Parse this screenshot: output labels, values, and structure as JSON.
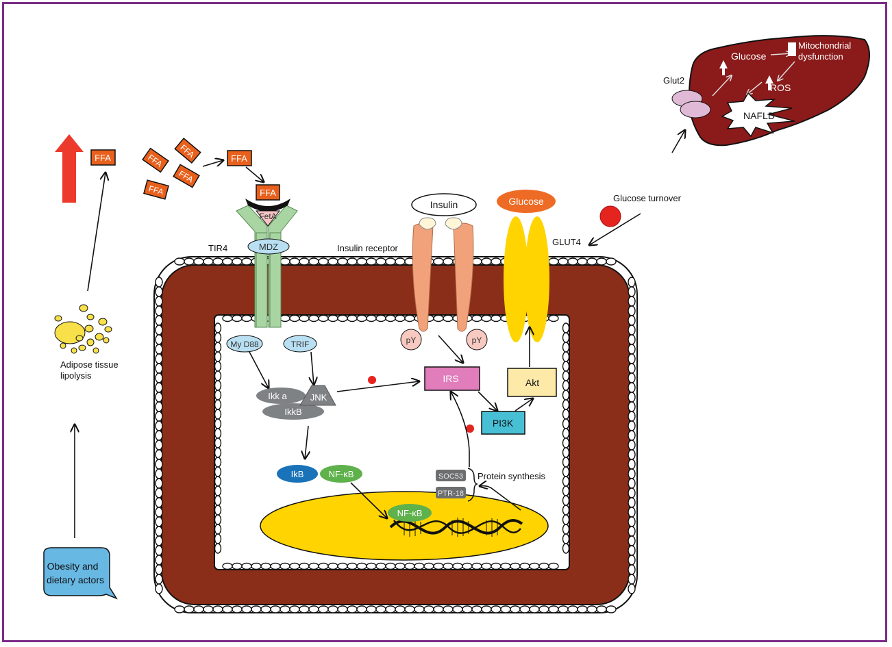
{
  "labels": {
    "ffa": "FFA",
    "fetA": "FetA",
    "mdz": "MDZ",
    "tir4": "TIR4",
    "insulin": "Insulin",
    "insulinReceptor": "Insulin receptor",
    "glucose": "Glucose",
    "glut4": "GLUT4",
    "glucoseTurnover": "Glucose turnover",
    "myd88": "My D88",
    "trif": "TRIF",
    "ikka": "Ikk a",
    "jnk": "JNK",
    "ikkb": "IkkB",
    "py": "pY",
    "irs": "IRS",
    "akt": "Akt",
    "pi3k": "PI3K",
    "ikb": "IkB",
    "nfkb": "NF-κB",
    "socs3": "SOC53",
    "ptr18": "PTR-18",
    "proteinSynthesis": "Protein synthesis",
    "adiposeLine1": "Adipose tissue",
    "adiposeLine2": "lipolysis",
    "obesityLine1": "Obesity and",
    "obesityLine2": "dietary actors",
    "glut2": "Glut2",
    "liverGlucose": "Glucose",
    "mitoLine1": "Mitochondrial",
    "mitoLine2": "dysfunction",
    "ros": "ROS",
    "nafld": "NAFLD"
  },
  "colors": {
    "frame": "#7b2c87",
    "membrane": "#8a2e1a",
    "liver": "#8b1a1a",
    "ffa": "#e8601c",
    "tlr": "#a8d5a2",
    "lightBlue": "#b9dff2",
    "grey": "#7f8285",
    "insulinReceptor": "#f2a27a",
    "glut4": "#ffd400",
    "glucoseCap": "#ee6b25",
    "irs": "#e17dbb",
    "akt": "#fde9a8",
    "pi3k": "#47c0d6",
    "ikb": "#1a72b9",
    "nfkb": "#5fb14b",
    "nucleus": "#ffd400",
    "inhibitor": "#e52420",
    "upArrow": "#ec3a2c",
    "speech": "#68b8e4",
    "lipid": "#f7e04a"
  }
}
